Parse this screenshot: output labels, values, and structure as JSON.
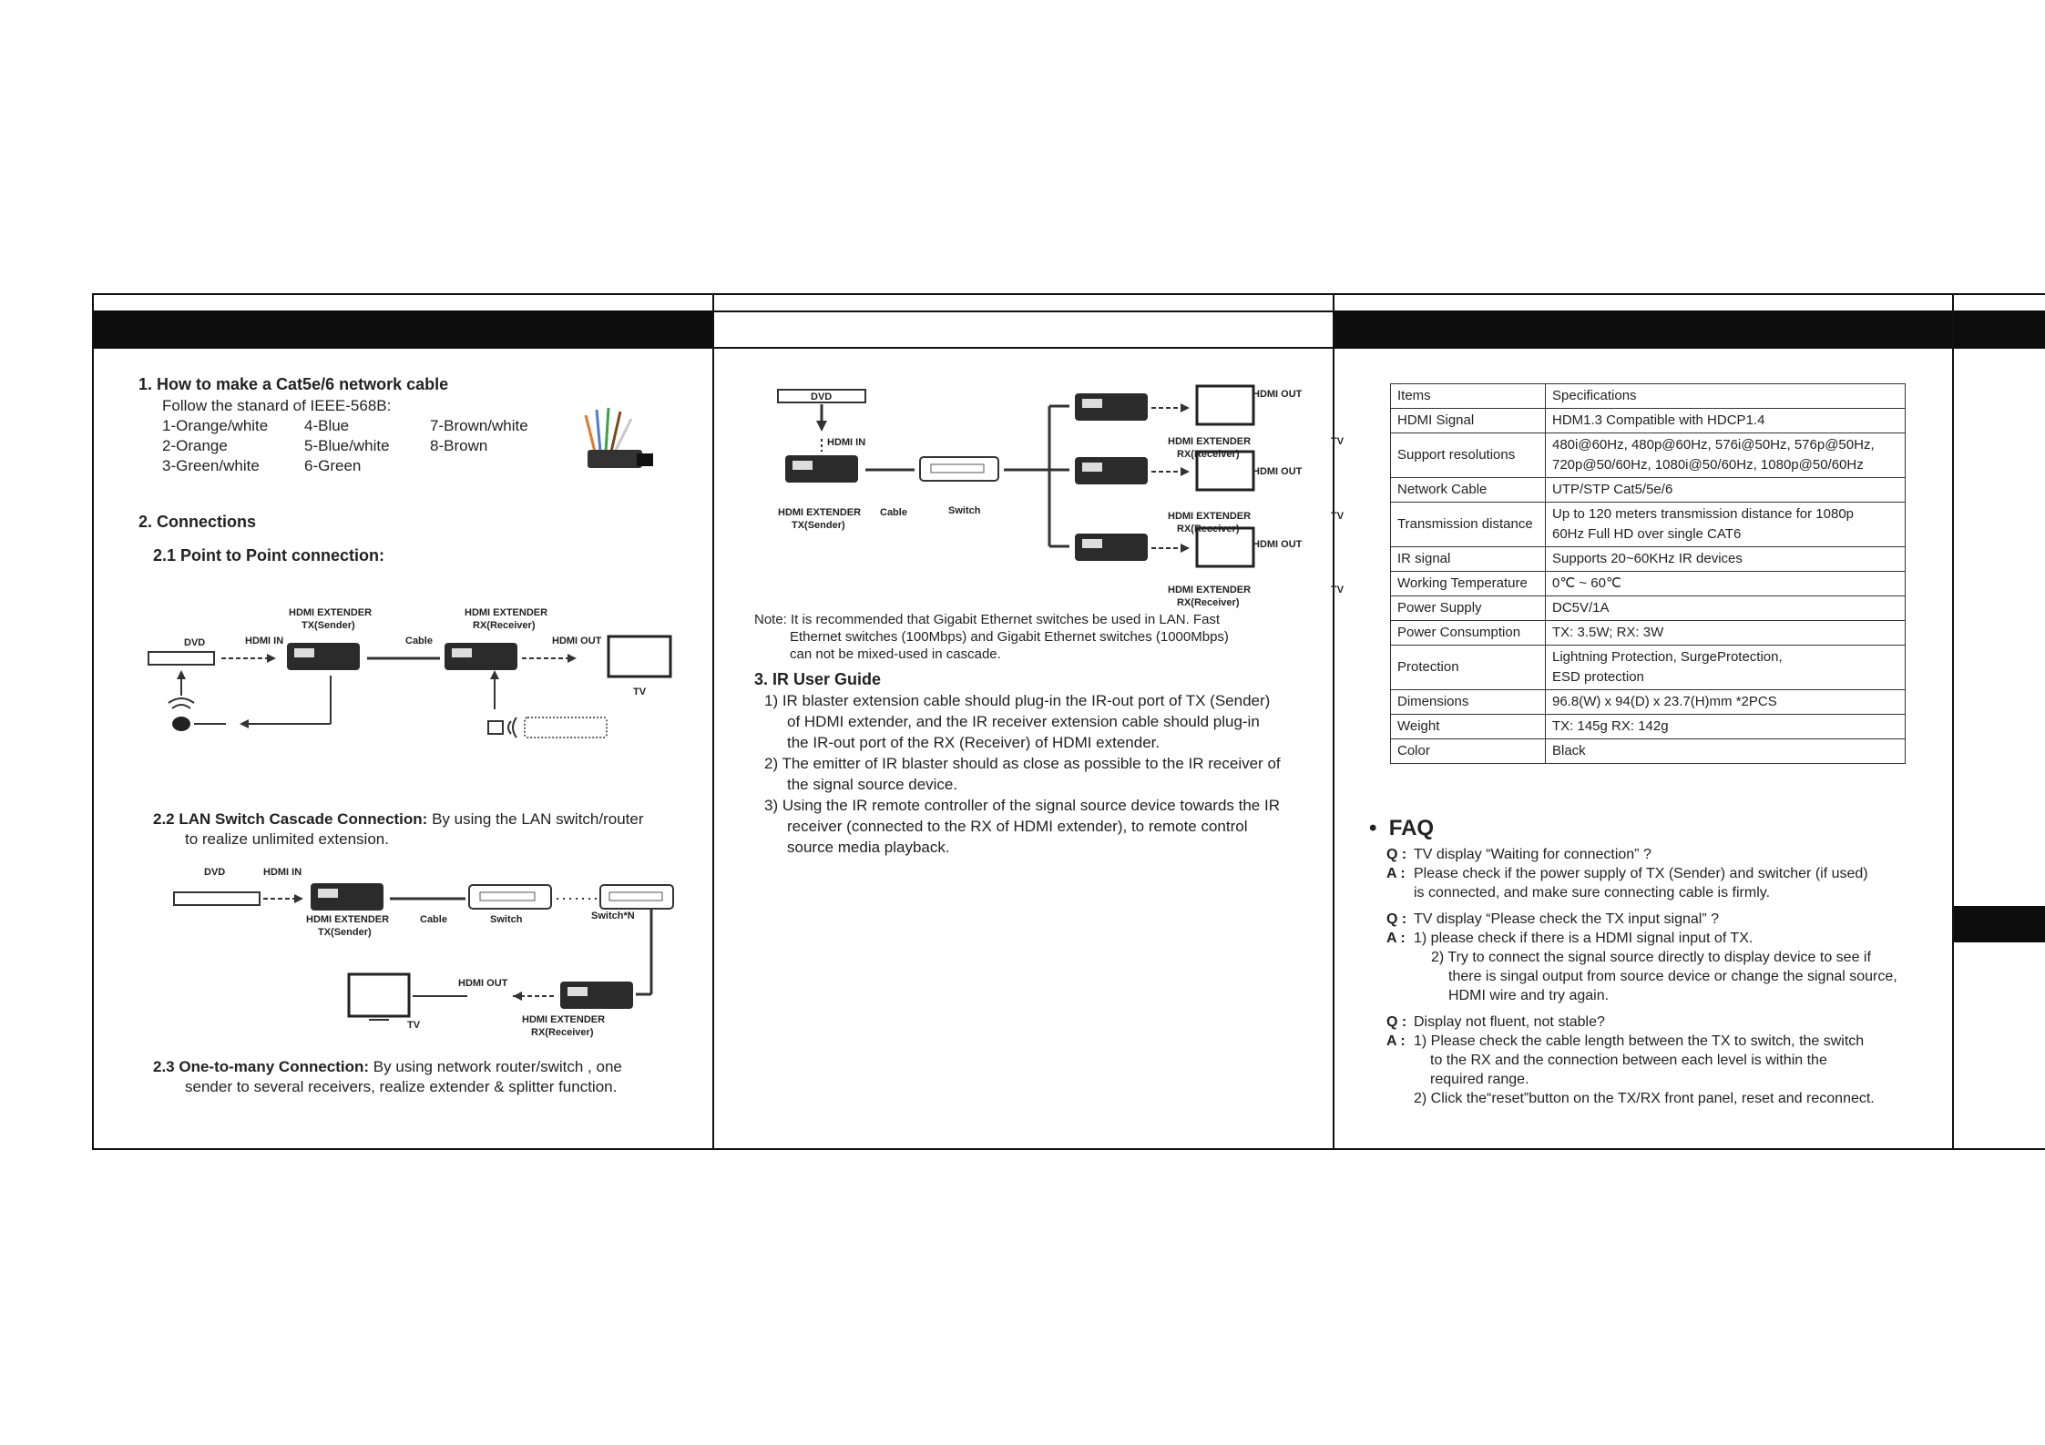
{
  "section1": {
    "title": "1.  How to make a Cat5e/6 network cable",
    "intro": "Follow the stanard of IEEE-568B:",
    "col1": [
      "1-Orange/white",
      "2-Orange",
      "3-Green/white"
    ],
    "col2": [
      "4-Blue",
      "5-Blue/white",
      "6-Green"
    ],
    "col3": [
      "7-Brown/white",
      "8-Brown"
    ]
  },
  "section2": {
    "title": "2.  Connections",
    "p2p_title": "2.1 Point to Point connection:",
    "lan_title": "2.2  LAN Switch Cascade Connection:",
    "lan_text": " By using the LAN switch/router",
    "lan_text2": "to realize unlimited extension.",
    "one_title": "2.3   One-to-many Connection:",
    "one_text": " By using network router/switch , one",
    "one_text2": "sender to several receivers, realize extender & splitter function."
  },
  "labels": {
    "dvd": "DVD",
    "hdmi_in": "HDMI IN",
    "hdmi_out": "HDMI OUT",
    "cable": "Cable",
    "switch": "Switch",
    "switch_n": "Switch*N",
    "tv": "TV",
    "tx_line1": "HDMI EXTENDER",
    "tx_line2": "TX(Sender)",
    "rx_line1": "HDMI EXTENDER",
    "rx_line2": "RX(Receiver)"
  },
  "note": {
    "line1": "Note: It is recommended that Gigabit Ethernet switches be used in LAN. Fast",
    "line2": "Ethernet  switches (100Mbps) and Gigabit Ethernet switches (1000Mbps)",
    "line3": "can not be mixed-used in cascade."
  },
  "ir_guide": {
    "title": "3.  IR User Guide",
    "lines": [
      "1)  IR blaster extension cable should plug-in the IR-out port of TX (Sender)",
      "of HDMI extender, and the IR receiver extension cable should plug-in",
      "the IR-out port of the RX (Receiver) of HDMI extender.",
      "2)  The emitter of IR blaster should as close as possible to the IR receiver of",
      "the signal source device.",
      "3)  Using the IR remote controller of the signal source device towards the IR",
      "receiver (connected to the RX of HDMI extender), to remote control",
      "source media playback."
    ]
  },
  "spec_table": {
    "header": [
      "Items",
      "Specifications"
    ],
    "rows": [
      {
        "item": "HDMI Signal",
        "spec": [
          "HDM1.3 Compatible with HDCP1.4"
        ]
      },
      {
        "item": "Support resolutions",
        "spec": [
          "480i@60Hz, 480p@60Hz, 576i@50Hz, 576p@50Hz,",
          "720p@50/60Hz, 1080i@50/60Hz, 1080p@50/60Hz"
        ]
      },
      {
        "item": "Network Cable",
        "spec": [
          "UTP/STP Cat5/5e/6"
        ]
      },
      {
        "item": "Transmission distance",
        "spec": [
          "Up to 120 meters transmission distance for 1080p",
          "60Hz Full HD over single CAT6"
        ]
      },
      {
        "item": "IR signal",
        "spec": [
          "Supports 20~60KHz IR devices"
        ]
      },
      {
        "item": "Working Temperature",
        "spec": [
          "0℃ ~ 60℃"
        ]
      },
      {
        "item": "Power Supply",
        "spec": [
          "DC5V/1A"
        ]
      },
      {
        "item": "Power Consumption",
        "spec": [
          "TX: 3.5W;  RX: 3W"
        ]
      },
      {
        "item": "Protection",
        "spec": [
          "Lightning Protection, SurgeProtection,",
          "ESD protection"
        ]
      },
      {
        "item": "Dimensions",
        "spec": [
          "96.8(W) x 94(D) x 23.7(H)mm *2PCS"
        ]
      },
      {
        "item": "Weight",
        "spec": [
          "TX: 145g     RX: 142g"
        ]
      },
      {
        "item": "Color",
        "spec": [
          "Black"
        ]
      }
    ]
  },
  "faq": {
    "title": "FAQ",
    "q1": "TV display   “Waiting for connection” ?",
    "a1": [
      "Please check if the power supply of TX (Sender) and switcher (if used)",
      "is connected, and make sure connecting cable is firmly."
    ],
    "q2": "TV display   “Please check the TX input signal”  ?",
    "a2_1": "1) please check if there is a HDMI signal input of TX.",
    "a2_2": [
      "2) Try to connect the signal source directly to display device to see if",
      "there is singal output from source device or change the signal source,",
      "HDMI wire and try again."
    ],
    "q3": "Display not fluent, not stable?",
    "a3_1": [
      "1) Please check the cable length between the TX to switch, the switch",
      "to the RX and the connection between each level is within the",
      "required range."
    ],
    "a3_2": "2) Click the“reset”button on the TX/RX front panel, reset and reconnect.",
    "q_marker": "Q",
    "a_marker": "A",
    "colon": ":",
    "bullet": "•"
  }
}
